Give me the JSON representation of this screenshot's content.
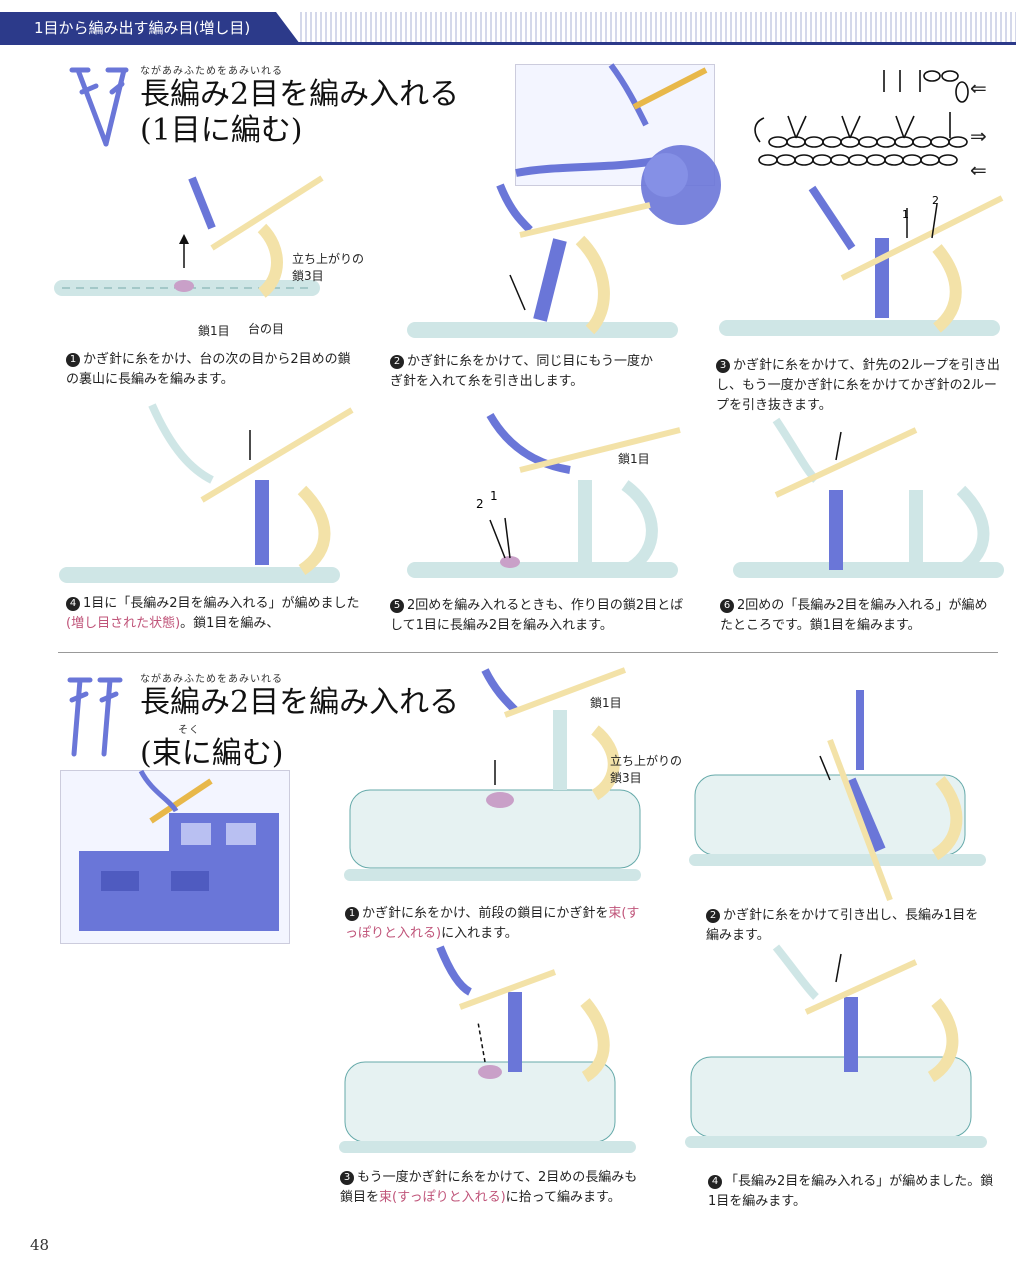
{
  "header": {
    "tab_label": "1目から編み出す編み目(増し目)"
  },
  "section1": {
    "ruby": "ながあみふためをあみいれる",
    "title": "長編み2目を編み入れる",
    "subtitle": "(1目に編む)",
    "labels": {
      "standing_chain": "立ち上がりの\n鎖3目",
      "chain1": "鎖1目",
      "base": "台の目",
      "chain1b": "鎖1目",
      "n2": "2",
      "n1": "1"
    },
    "steps": [
      {
        "num": "1",
        "text": "かぎ針に糸をかけ、台の次の目から2目めの鎖の裏山に長編みを編みます。"
      },
      {
        "num": "2",
        "text": "かぎ針に糸をかけて、同じ目にもう一度かぎ針を入れて糸を引き出します。"
      },
      {
        "num": "3",
        "text": "かぎ針に糸をかけて、針先の2ループを引き出し、もう一度かぎ針に糸をかけてかぎ針の2ループを引き抜きます。"
      },
      {
        "num": "4",
        "text_a": "1目に「長編み2目を編み入れる」が編めました",
        "text_pink": "(増し目された状態)",
        "text_b": "。鎖1目を編み、"
      },
      {
        "num": "5",
        "text": "2回めを編み入れるときも、作り目の鎖2目とばして1目に長編み2目を編み入れます。"
      },
      {
        "num": "6",
        "text": "2回めの「長編み2目を編み入れる」が編めたところです。鎖1目を編みます。"
      }
    ]
  },
  "section2": {
    "ruby": "ながあみふためをあみいれる",
    "title": "長編み2目を編み入れる",
    "subtitle": "(束に編む)",
    "subtitle_ruby": "そく",
    "labels": {
      "chain1": "鎖1目",
      "standing_chain": "立ち上がりの\n鎖3目"
    },
    "steps": [
      {
        "num": "1",
        "text_a": "かぎ針に糸をかけ、前段の鎖目にかぎ針を",
        "text_pink": "束(すっぽりと入れる)",
        "text_b": "に入れます。"
      },
      {
        "num": "2",
        "text": "かぎ針に糸をかけて引き出し、長編み1目を編みます。"
      },
      {
        "num": "3",
        "text_a": "もう一度かぎ針に糸をかけて、2目めの長編みも鎖目を",
        "text_pink": "束(すっぽりと入れる)",
        "text_b": "に拾って編みます。"
      },
      {
        "num": "4",
        "text": "「長編み2目を編み入れる」が編めました。鎖1目を編みます。"
      }
    ]
  },
  "page_number": "48",
  "colors": {
    "navy": "#2c3a8a",
    "yarn_blue": "#6a76d8",
    "chain_mint": "#cfe6e6",
    "hook_yellow": "#f3e2a8",
    "pink": "#c0557a"
  }
}
